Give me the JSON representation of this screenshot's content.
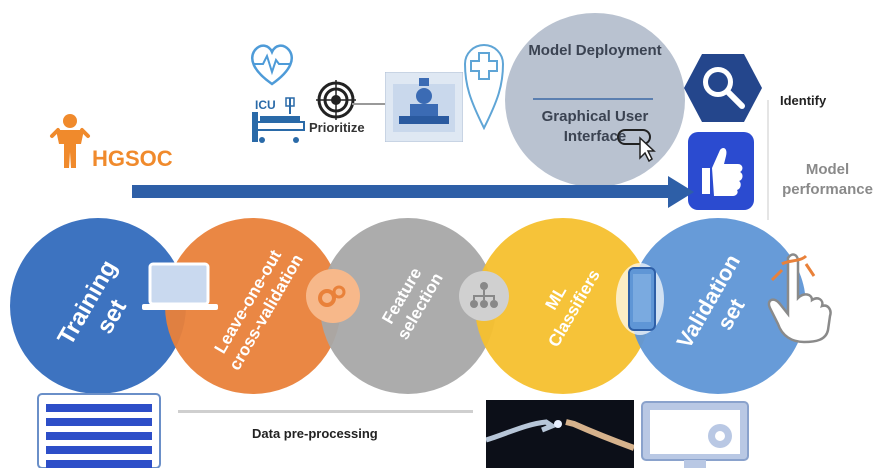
{
  "labels": {
    "hgsoc": "HGSOC",
    "icu": "ICU",
    "prioritize": "Prioritize",
    "model_deployment": "Model Deployment",
    "graphical_user_interface": "Graphical User Interface",
    "identify": "Identify",
    "model_performance": "Model performance",
    "data_preprocessing": "Data pre-processing"
  },
  "steps": [
    {
      "label": "Training set",
      "color": "#3d73c0"
    },
    {
      "label": "Leave-one-out cross-validation",
      "color": "#e9813a"
    },
    {
      "label": "Feature selection",
      "color": "#a8a8a8"
    },
    {
      "label": "ML Classifiers",
      "color": "#f6c02e"
    },
    {
      "label": "Validation set",
      "color": "#5f96d6"
    }
  ],
  "icons": [
    "person-icon",
    "heart-monitor-icon",
    "hospital-bed-icon",
    "target-icon",
    "medical-image-icon",
    "location-pin-icon",
    "search-hexagon-icon",
    "thumbs-up-icon",
    "laptop-icon",
    "gears-icon",
    "hierarchy-icon",
    "phone-icon",
    "finger-ribbon-icon",
    "server-icon",
    "robot-hand-icon",
    "monitor-gear-icon",
    "cursor-icon"
  ],
  "colors": {
    "accent_orange": "#f08a2c",
    "arrow_blue": "#2e5fa7",
    "deployment_gray": "#b9c2d0"
  }
}
